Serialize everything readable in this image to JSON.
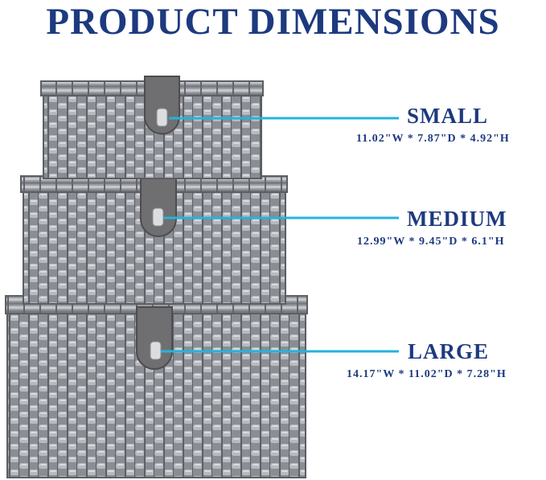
{
  "title": "PRODUCT DIMENSIONS",
  "colors": {
    "title": "#1d3a7f",
    "pointer_line": "#23b4dd",
    "wicker": "#8d9096",
    "clasp": "#6e6e70"
  },
  "sizes": [
    {
      "name": "SMALL",
      "dimensions": "11.02\"W * 7.87\"D * 4.92\"H"
    },
    {
      "name": "MEDIUM",
      "dimensions": "12.99\"W * 9.45\"D * 6.1\"H"
    },
    {
      "name": "LARGE",
      "dimensions": "14.17\"W * 11.02\"D * 7.28\"H"
    }
  ]
}
